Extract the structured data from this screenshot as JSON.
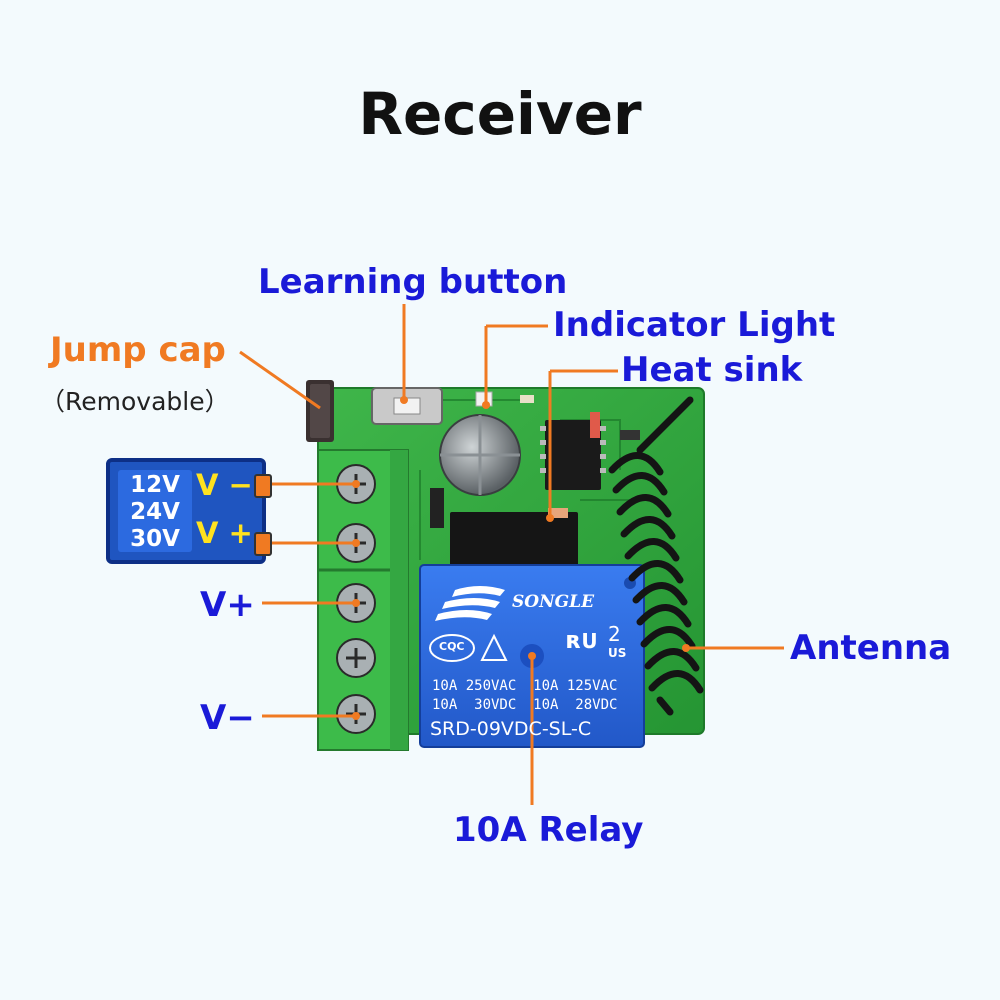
{
  "title": "Receiver",
  "labels": {
    "learning_button": "Learning button",
    "indicator_light": "Indicator Light",
    "heat_sink": "Heat sink",
    "jump_cap": "Jump cap",
    "jump_cap_note": "（Removable）",
    "antenna": "Antenna",
    "relay": "10A Relay",
    "v_plus": "V+",
    "v_minus": "V−"
  },
  "power_box": {
    "voltages": [
      "12V",
      "24V",
      "30V"
    ],
    "v_minus": "V −",
    "v_plus": "V +"
  },
  "relay": {
    "brand": "SONGLE",
    "cert_cqc": "CQC",
    "cert_ul_num": "2",
    "cert_us": "US",
    "ratings_line1": "10A 250VAC  10A 125VAC",
    "ratings_line2": "10A  30VDC  10A  28VDC",
    "model": "SRD-09VDC-SL-C"
  },
  "colors": {
    "label_blue": "#1a1ad8",
    "label_orange": "#f07a22",
    "pcb_green": "#2ea83a",
    "terminal_green": "#3dbb4a",
    "relay_blue": "#2f6fe0",
    "background": "#f3fafd"
  }
}
